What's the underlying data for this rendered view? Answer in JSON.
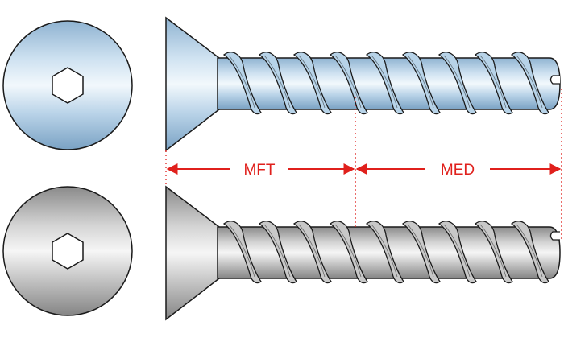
{
  "figure": {
    "labels": {
      "mft": "MFT",
      "med": "MED"
    },
    "screws": [
      {
        "variant": "blue-zinc",
        "head_drive": "hexagon-socket"
      },
      {
        "variant": "silver-zinc",
        "head_drive": "hexagon-socket"
      }
    ],
    "colors": {
      "blue_zinc_light": "#eef5fb",
      "blue_zinc_mid": "#b7d3e8",
      "blue_zinc_dark": "#7fa6c6",
      "silver_light": "#f4f4f4",
      "silver_mid": "#c8c8c8",
      "silver_dark": "#8c8c8c",
      "outline": "#1a1a1a",
      "dimension": "#e0201c"
    }
  }
}
